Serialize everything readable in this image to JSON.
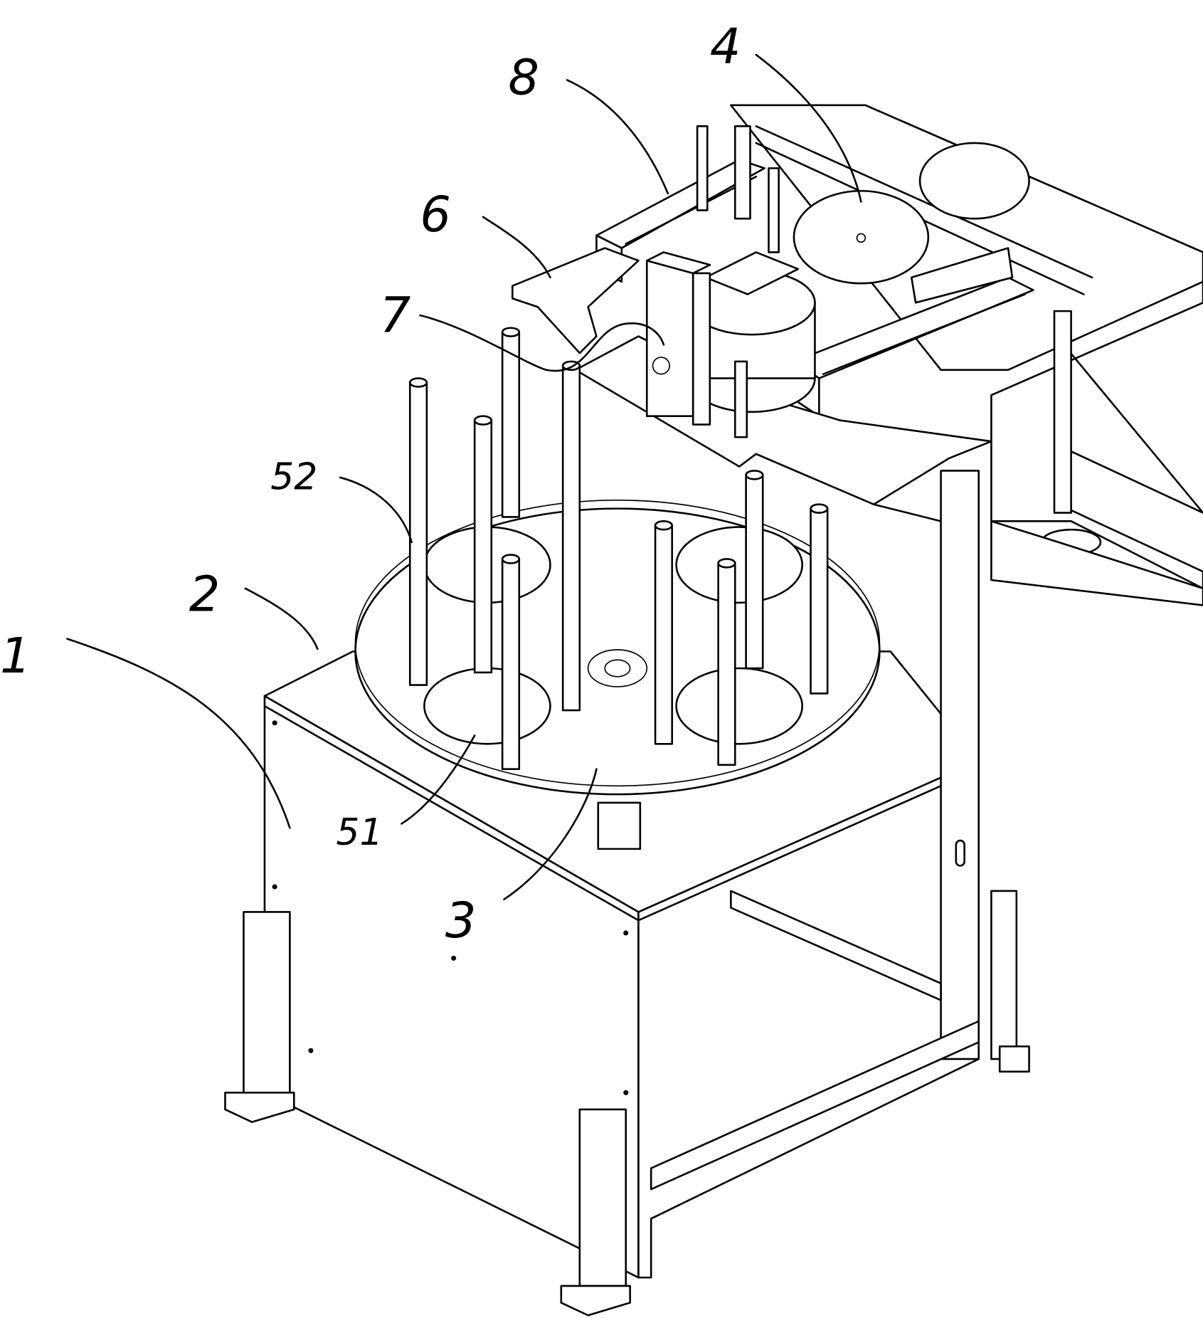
{
  "figure": {
    "labels": {
      "frame": "1",
      "table_top": "2",
      "turntable": "3",
      "feed_plate": "4",
      "tray": "51",
      "guide_rod": "52",
      "support_plate": "6",
      "transfer_head": "7",
      "conveyor": "8"
    }
  }
}
